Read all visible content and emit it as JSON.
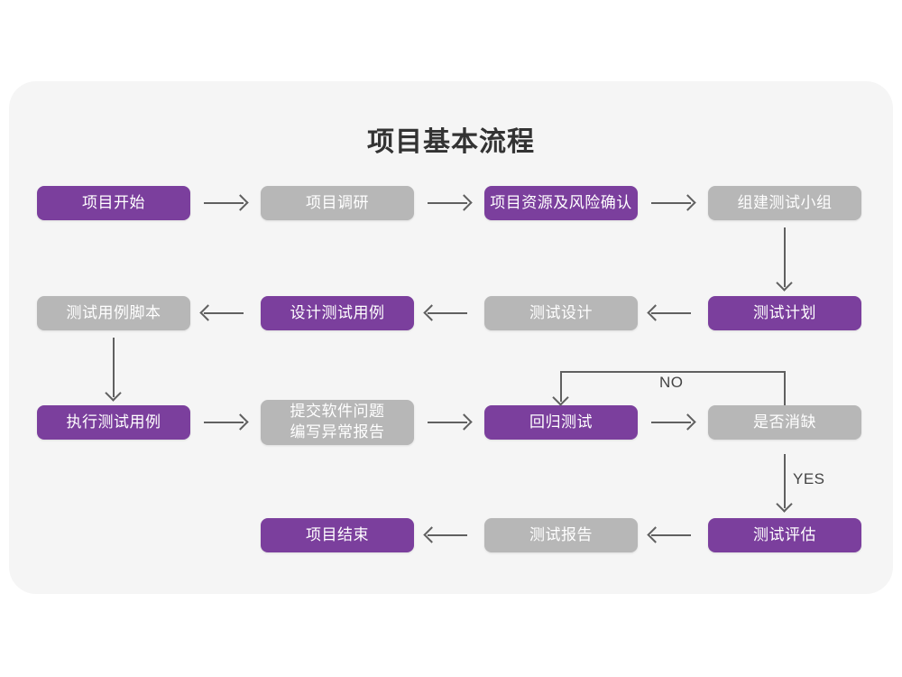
{
  "page": {
    "title": "项目基本流程",
    "background": "#ffffff",
    "panel_background": "#f5f5f5"
  },
  "colors": {
    "purple": "#7b3f9d",
    "gray": "#b7b7b7",
    "arrow": "#606060",
    "title_text": "#333333",
    "node_text": "#ffffff",
    "label_text": "#444444"
  },
  "chart_data": {
    "type": "diagram",
    "title": "项目基本流程",
    "nodes": [
      {
        "id": "n1",
        "label": "项目开始",
        "style": "purple",
        "row": 1,
        "col": 1
      },
      {
        "id": "n2",
        "label": "项目调研",
        "style": "gray",
        "row": 1,
        "col": 2
      },
      {
        "id": "n3",
        "label": "项目资源及风险确认",
        "style": "purple",
        "row": 1,
        "col": 3
      },
      {
        "id": "n4",
        "label": "组建测试小组",
        "style": "gray",
        "row": 1,
        "col": 4
      },
      {
        "id": "n5",
        "label": "测试用例脚本",
        "style": "gray",
        "row": 2,
        "col": 1
      },
      {
        "id": "n6",
        "label": "设计测试用例",
        "style": "purple",
        "row": 2,
        "col": 2
      },
      {
        "id": "n7",
        "label": "测试设计",
        "style": "gray",
        "row": 2,
        "col": 3
      },
      {
        "id": "n8",
        "label": "测试计划",
        "style": "purple",
        "row": 2,
        "col": 4
      },
      {
        "id": "n9",
        "label": "执行测试用例",
        "style": "purple",
        "row": 3,
        "col": 1
      },
      {
        "id": "n10",
        "label": "提交软件问题\n编写异常报告",
        "style": "gray",
        "row": 3,
        "col": 2
      },
      {
        "id": "n11",
        "label": "回归测试",
        "style": "purple",
        "row": 3,
        "col": 3
      },
      {
        "id": "n12",
        "label": "是否消缺",
        "style": "gray",
        "row": 3,
        "col": 4
      },
      {
        "id": "n13",
        "label": "项目结束",
        "style": "purple",
        "row": 4,
        "col": 2
      },
      {
        "id": "n14",
        "label": "测试报告",
        "style": "gray",
        "row": 4,
        "col": 3
      },
      {
        "id": "n15",
        "label": "测试评估",
        "style": "purple",
        "row": 4,
        "col": 4
      }
    ],
    "edges": [
      {
        "from": "n1",
        "to": "n2",
        "direction": "right",
        "label": ""
      },
      {
        "from": "n2",
        "to": "n3",
        "direction": "right",
        "label": ""
      },
      {
        "from": "n3",
        "to": "n4",
        "direction": "right",
        "label": ""
      },
      {
        "from": "n4",
        "to": "n8",
        "direction": "down",
        "label": ""
      },
      {
        "from": "n8",
        "to": "n7",
        "direction": "left",
        "label": ""
      },
      {
        "from": "n7",
        "to": "n6",
        "direction": "left",
        "label": ""
      },
      {
        "from": "n6",
        "to": "n5",
        "direction": "left",
        "label": ""
      },
      {
        "from": "n5",
        "to": "n9",
        "direction": "down",
        "label": ""
      },
      {
        "from": "n9",
        "to": "n10",
        "direction": "right",
        "label": ""
      },
      {
        "from": "n10",
        "to": "n11",
        "direction": "right",
        "label": ""
      },
      {
        "from": "n11",
        "to": "n12",
        "direction": "right",
        "label": ""
      },
      {
        "from": "n12",
        "to": "n11",
        "direction": "elbow-up-left",
        "label": "NO"
      },
      {
        "from": "n12",
        "to": "n15",
        "direction": "down",
        "label": "YES"
      },
      {
        "from": "n15",
        "to": "n14",
        "direction": "left",
        "label": ""
      },
      {
        "from": "n14",
        "to": "n13",
        "direction": "left",
        "label": ""
      }
    ],
    "labels": {
      "no": "NO",
      "yes": "YES"
    }
  }
}
